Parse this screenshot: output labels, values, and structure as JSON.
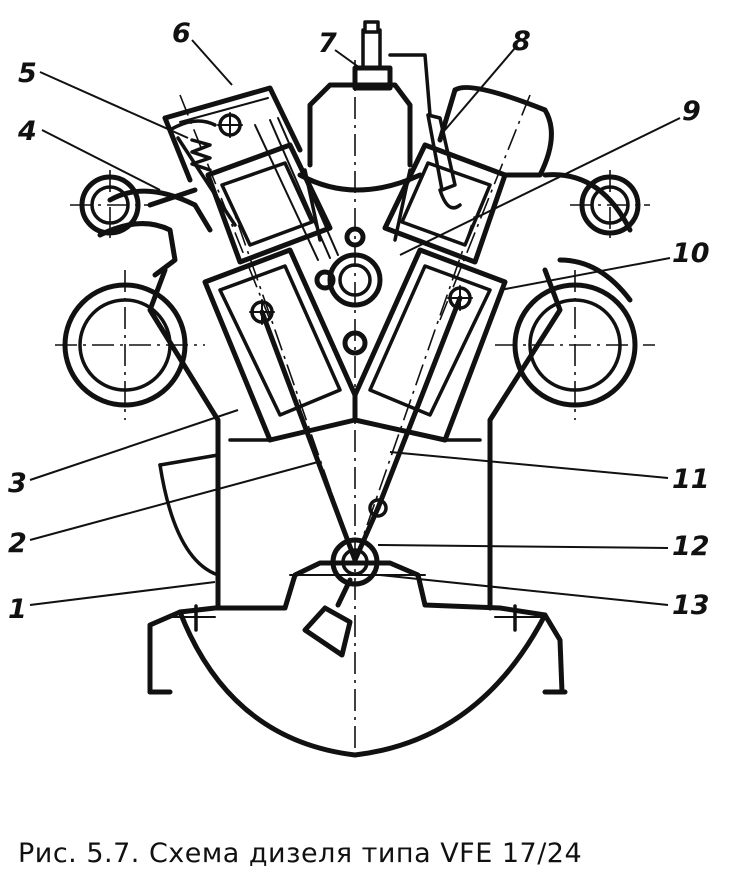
{
  "figure": {
    "caption": "Рис. 5.7. Схема дизеля типа VFE 17/24",
    "labels": [
      "1",
      "2",
      "3",
      "4",
      "5",
      "6",
      "7",
      "8",
      "9",
      "10",
      "11",
      "12",
      "13"
    ]
  }
}
